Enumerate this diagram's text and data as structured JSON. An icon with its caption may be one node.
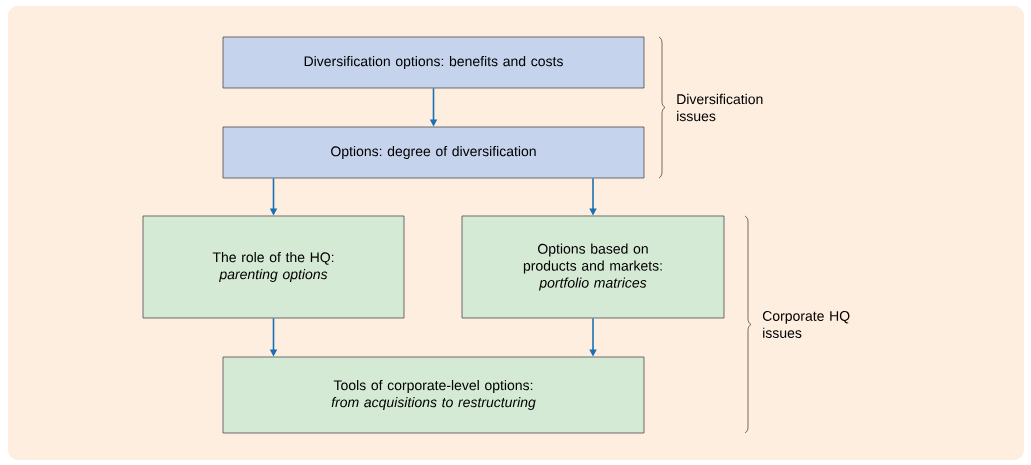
{
  "diagram": {
    "nodes": [
      {
        "text": [
          "Diversification options: benefits and costs"
        ]
      },
      {
        "text": [
          "Options: degree of diversification"
        ]
      },
      {
        "text": [
          "The role of the HQ:",
          "parenting options"
        ]
      },
      {
        "text": [
          "Options based on products and markets:",
          "portfolio matrices"
        ]
      },
      {
        "text": [
          "Tools of corporate-level options:",
          "from acquisitions to restructuring"
        ]
      }
    ],
    "edges": [
      {
        "from": 0,
        "to": 1,
        "arrow": "to"
      },
      {
        "from": 1,
        "to": 2,
        "arrow": "to"
      },
      {
        "from": 1,
        "to": 3,
        "arrow": "to"
      },
      {
        "from": 2,
        "to": 4,
        "arrow": "to"
      },
      {
        "from": 3,
        "to": 4,
        "arrow": "to"
      }
    ],
    "labels": [
      "Diversification issues",
      "Corporate HQ issues"
    ]
  }
}
